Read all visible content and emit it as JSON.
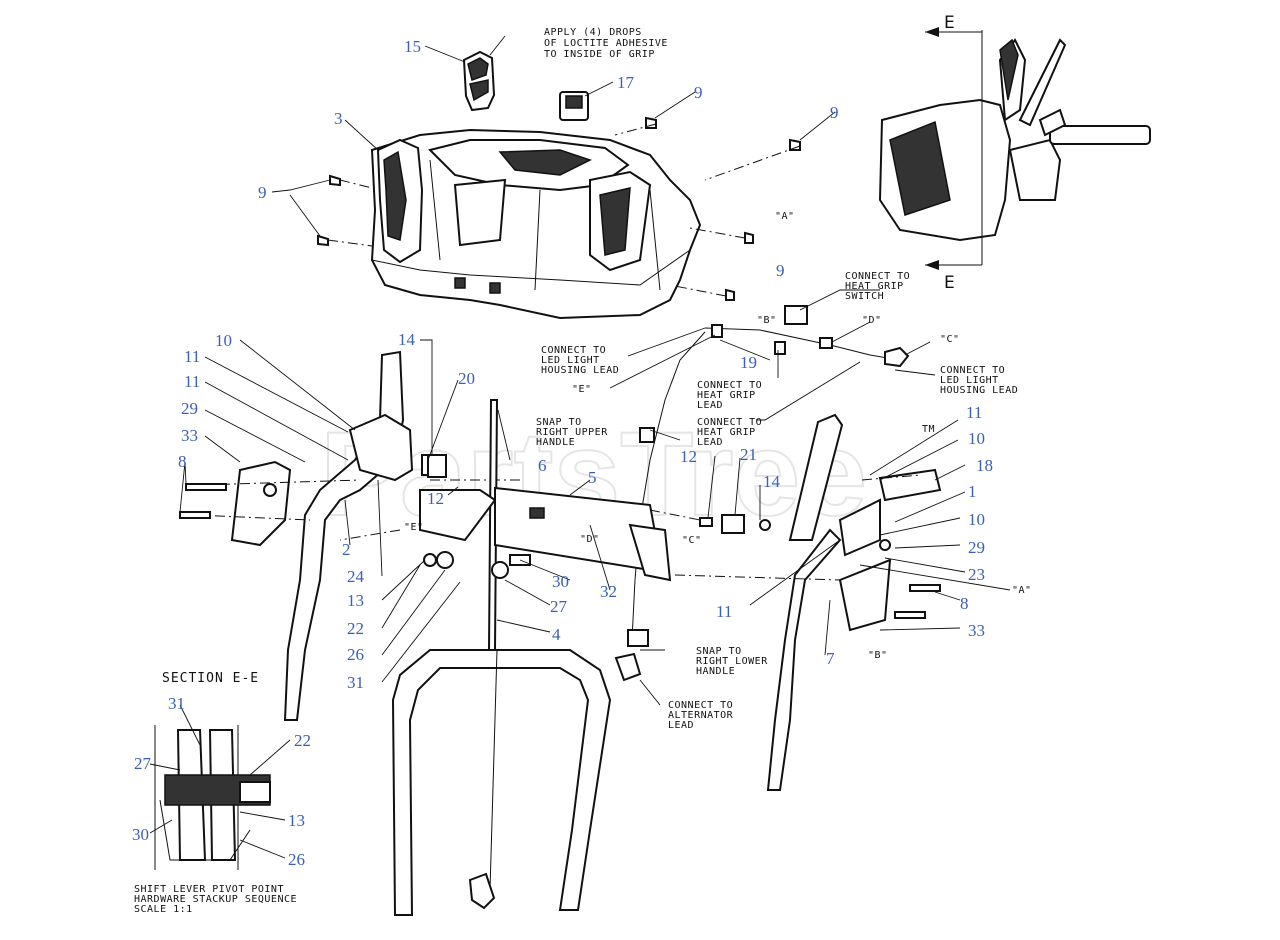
{
  "callouts": [
    "15",
    "17",
    "9",
    "9",
    "3",
    "9",
    "9",
    "10",
    "11",
    "11",
    "29",
    "33",
    "8",
    "14",
    "20",
    "6",
    "12",
    "5",
    "2",
    "24",
    "13",
    "22",
    "26",
    "31",
    "27",
    "30",
    "32",
    "4",
    "19",
    "12",
    "21",
    "14",
    "11",
    "10",
    "18",
    "1",
    "10",
    "29",
    "23",
    "8",
    "33",
    "11",
    "7",
    "31",
    "27",
    "22",
    "30",
    "13",
    "26"
  ],
  "notes": {
    "loctite": [
      "APPLY (4) DROPS",
      "OF LOCTITE ADHESIVE",
      "TO INSIDE OF GRIP"
    ],
    "heat_grip_switch": [
      "CONNECT TO",
      "HEAT GRIP",
      "SWITCH"
    ],
    "led_left": [
      "CONNECT TO",
      "LED LIGHT",
      "HOUSING LEAD"
    ],
    "led_right": [
      "CONNECT TO",
      "LED LIGHT",
      "HOUSING LEAD"
    ],
    "heat_grip_lead_1": [
      "CONNECT TO",
      "HEAT GRIP",
      "LEAD"
    ],
    "heat_grip_lead_2": [
      "CONNECT TO",
      "HEAT GRIP",
      "LEAD"
    ],
    "snap_upper": [
      "SNAP TO",
      "RIGHT UPPER",
      "HANDLE"
    ],
    "snap_lower": [
      "SNAP TO",
      "RIGHT LOWER",
      "HANDLE"
    ],
    "alternator": [
      "CONNECT TO",
      "ALTERNATOR",
      "LEAD"
    ],
    "stackup": [
      "SHIFT LEVER PIVOT POINT",
      "HARDWARE STACKUP SEQUENCE",
      "SCALE 1:1"
    ]
  },
  "refs": {
    "a1": "\"A\"",
    "a2": "\"A\"",
    "b1": "\"B\"",
    "b2": "\"B\"",
    "c1": "\"C\"",
    "c2": "\"C\"",
    "d1": "\"D\"",
    "d2": "\"D\"",
    "e1": "\"E\"",
    "e2": "\"E\""
  },
  "section_title": "SECTION E-E",
  "section_marks": [
    "E",
    "E"
  ],
  "watermark": "PartsTree",
  "watermark_tm": "TM"
}
